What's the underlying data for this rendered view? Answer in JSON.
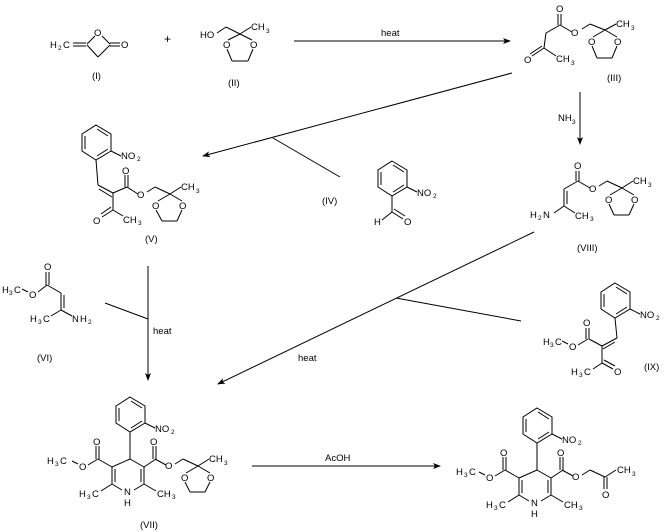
{
  "scheme": {
    "compounds": {
      "I": {
        "label": "(I)"
      },
      "II": {
        "label": "(II)"
      },
      "III": {
        "label": "(III)"
      },
      "IV": {
        "label": "(IV)"
      },
      "V": {
        "label": "(V)"
      },
      "VI": {
        "label": "(VI)"
      },
      "VII": {
        "label": "(VII)"
      },
      "VIII": {
        "label": "(VIII)"
      },
      "IX": {
        "label": "(IX)"
      }
    },
    "plus": "+",
    "conditions": {
      "step1": "heat",
      "step2": "NH",
      "step2_sub": "3",
      "step3": "heat",
      "step4": "heat",
      "step5": "AcOH"
    },
    "atoms": {
      "O": "O",
      "H": "H",
      "N": "N",
      "HO": "HO",
      "NO": "NO",
      "CH": "CH",
      "HC": "H",
      "C": "C",
      "sub2": "2",
      "sub3": "3"
    }
  }
}
